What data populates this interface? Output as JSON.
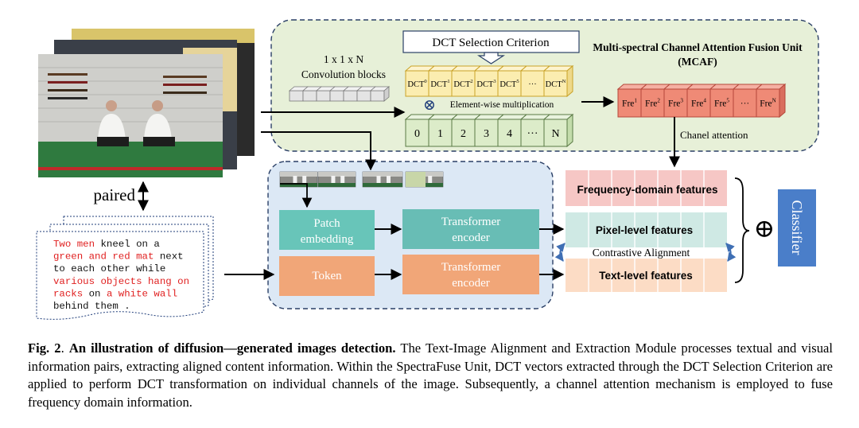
{
  "image_text": {
    "paired": "paired",
    "prompt_lines": [
      [
        {
          "t": "Two men",
          "red": true
        },
        {
          "t": " kneel on a",
          "red": false
        }
      ],
      [
        {
          "t": "green and red mat",
          "red": true
        },
        {
          "t": " next",
          "red": false
        }
      ],
      [
        {
          "t": "to each other while",
          "red": false
        }
      ],
      [
        {
          "t": "various objects hang on",
          "red": true
        }
      ],
      [
        {
          "t": "racks",
          "red": true
        },
        {
          "t": " on ",
          "red": false
        },
        {
          "t": "a white wall",
          "red": true
        }
      ],
      [
        {
          "t": "behind them .",
          "red": false
        }
      ]
    ]
  },
  "mcaf": {
    "title_line1": "Multi-spectral Channel Attention Fusion Unit",
    "title_line2": "(MCAF)",
    "conv_line1": "1 x 1 x N",
    "conv_line2": "Convolution blocks",
    "dct_criterion": "DCT Selection Criterion",
    "dct_cells": [
      {
        "base": "DCT",
        "sup": "0"
      },
      {
        "base": "DCT",
        "sup": "1"
      },
      {
        "base": "DCT",
        "sup": "2"
      },
      {
        "base": "DCT",
        "sup": "3"
      },
      {
        "base": "DCT",
        "sup": "5"
      },
      {
        "base": "···",
        "sup": ""
      },
      {
        "base": "DCT",
        "sup": "N"
      }
    ],
    "multiply_symbol": "⊗",
    "element_wise": "Element-wise multiplication",
    "index_cells": [
      "0",
      "1",
      "2",
      "3",
      "4",
      "···",
      "N"
    ],
    "fre_cells": [
      {
        "base": "Fre",
        "sup": "1"
      },
      {
        "base": "Fre",
        "sup": "2"
      },
      {
        "base": "Fre",
        "sup": "3"
      },
      {
        "base": "Fre",
        "sup": "4"
      },
      {
        "base": "Fre",
        "sup": "5"
      },
      {
        "base": "···",
        "sup": ""
      },
      {
        "base": "Fre",
        "sup": "N"
      }
    ],
    "channel_attention": "Chanel attention"
  },
  "alignment": {
    "patch_line1": "Patch",
    "patch_line2": "embedding",
    "token": "Token",
    "enc1_line1": "Transformer",
    "enc1_line2": "encoder",
    "enc2_line1": "Transformer",
    "enc2_line2": "encoder"
  },
  "features": {
    "frequency": "Frequency-domain features",
    "pixel": "Pixel-level features",
    "contrastive": "Contrastive Alignment",
    "text": "Text-level features",
    "plus_symbol": "⊕",
    "classifier": "Classifier"
  },
  "caption": {
    "fig_label": "Fig. 2",
    "sep": ". ",
    "bold_title": "An illustration of diffusion—generated images detection.",
    "body": " The Text-Image Alignment and Extraction Module processes textual and visual information pairs, extracting aligned content information. Within the SpectraFuse Unit, DCT vectors extracted through the DCT Selection Criterion are applied to perform DCT transformation on individual channels of the image. Subsequently, a channel attention mechanism is employed to fuse frequency domain information."
  },
  "colors": {
    "mcaf_bg": "#e7f0d8",
    "alignment_bg": "#dce8f5",
    "dct_cell": "#fbedb0",
    "dct_border": "#c9a227",
    "index_cell": "#dcecc9",
    "fre_cell": "#ef8a76",
    "patch": "#68c5b9",
    "token": "#f1a678",
    "encoder_teal": "#68bdb5",
    "encoder_orange": "#f1a678",
    "freq_feature": "#f6c7c5",
    "pixel_feature": "#cfe9e4",
    "text_feature": "#fcdcc5",
    "classifier": "#4a7ec9",
    "prompt_red": "#e02020"
  }
}
